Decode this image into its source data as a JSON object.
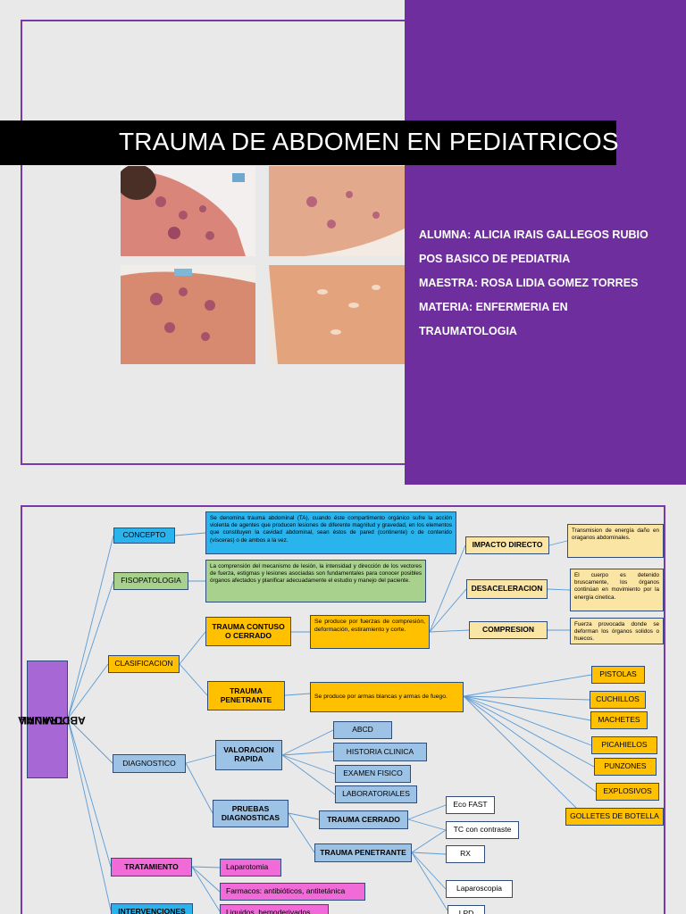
{
  "cover": {
    "title": "TRAUMA DE ABDOMEN EN PEDIATRICOS",
    "info": [
      "ALUMNA: ALICIA IRAIS GALLEGOS RUBIO",
      "POS BASICO DE PEDIATRIA",
      "MAESTRA: ROSA LIDIA GOMEZ TORRES",
      "MATERIA: ENFERMERIA EN",
      "TRAUMATOLOGIA"
    ],
    "colors": {
      "panel": "#6f2e9d",
      "title_bar": "#000000",
      "text": "#ffffff"
    }
  },
  "map": {
    "root_line1": "TRAUMA",
    "root_line2": "ABDOMINAL",
    "concepto": "CONCEPTO",
    "concepto_text": "Se denomina trauma abdominal (TA), cuando éste compartimento orgánico sufre la acción violenta de agentes que producen lesiones de diferente magnitud y gravedad, en los elementos que constituyen la cavidad abdominal, sean éstos de pared (continente) o de contenido (vísceras) o de ambos a la vez.",
    "fisiopatologia": "FISOPATOLOGIA",
    "fisiopatologia_text": "La comprensión del mecanismo de lesión, la intensidad y dirección de los vectores de fuerza, estigmas y lesiones asociadas son fundamentales para conocer posibles órganos afectados y planificar adecuadamente el estudio y manejo del paciente.",
    "clasificacion": "CLASIFICACION",
    "contuso": "TRAUMA CONTUSO O CERRADO",
    "contuso_text": "Se produce por fuerzas de compresión, deformación, estiramiento y corte.",
    "impacto": "IMPACTO DIRECTO",
    "impacto_text": "Transmision de energía daño en oraganos abdominales.",
    "desaceleracion": "DESACELERACION",
    "desaceleracion_text": "El cuerpo es detenido bruscamente, los órganos continúan en movimiento por la energía cinetica.",
    "compresion": "COMPRESION",
    "compresion_text": "Fuerza provocada donde se deforman los órganos solidos o huecos.",
    "penetrante": "TRAUMA PENETRANTE",
    "penetrante_text": "Se produce por armas blancas y armas de fuego.",
    "armas": [
      "PISTOLAS",
      "CUCHILLOS",
      "MACHETES",
      "PICAHIELOS",
      "PUNZONES",
      "EXPLOSIVOS",
      "GOLLETES DE BOTELLA"
    ],
    "diagnostico": "DIAGNOSTICO",
    "valoracion": "VALORACION RAPIDA",
    "valoracion_items": [
      "ABCD",
      "HISTORIA CLINICA",
      "EXAMEN FISICO",
      "LABORATORIALES"
    ],
    "pruebas": "PRUEBAS DIAGNOSTICAS",
    "pruebas_cerrado": "TRAUMA CERRADO",
    "pruebas_penetrante": "TRAUMA PENETRANTE",
    "estudios": [
      "Eco FAST",
      "TC con contraste",
      "RX",
      "Laparoscopia",
      "LPD"
    ],
    "tratamiento": "TRATAMIENTO",
    "tratamiento_items": [
      "Laparotomia",
      "Farmacos: antibióticos, antitetánica",
      "Liquidos, hemoderivados"
    ],
    "intervenciones": "INTERVENCIONES",
    "colors": {
      "frame": "#7a3aa6",
      "lines": "#5b9bd5"
    }
  }
}
